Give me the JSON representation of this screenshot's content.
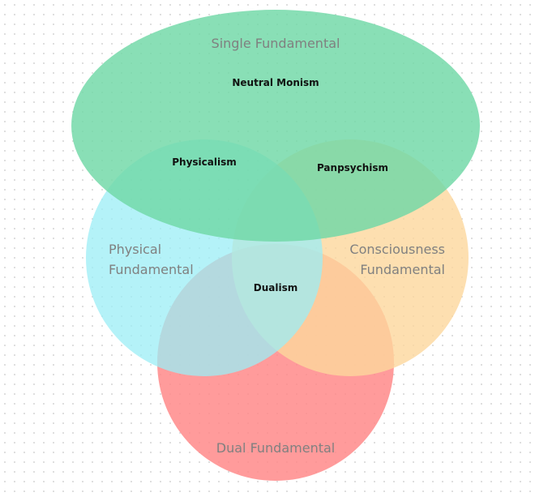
{
  "sets": {
    "single": {
      "label": "Single Fundamental",
      "color": "#6fd8a6"
    },
    "physical": {
      "label_line1": "Physical",
      "label_line2": "Fundamental",
      "color": "#9beef5"
    },
    "consciousness": {
      "label_line1": "Consciousness",
      "label_line2": "Fundamental",
      "color": "#fdd79c"
    },
    "dual": {
      "label": "Dual Fundamental",
      "color": "#ff8a8a"
    }
  },
  "regions": {
    "neutral_monism": "Neutral Monism",
    "physicalism": "Physicalism",
    "panpsychism": "Panpsychism",
    "dualism": "Dualism"
  }
}
